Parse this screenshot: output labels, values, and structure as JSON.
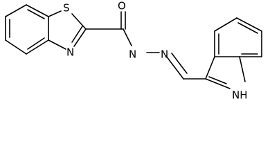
{
  "molecule": {
    "atoms": {
      "sulfur": "S",
      "oxygen": "O",
      "thiazole_nitrogen": "N",
      "hydrazide_nitrogen": "N",
      "imine_nitrogen": "N",
      "indole_nh": "NH"
    },
    "colors": {
      "bond": "#000000",
      "label": "#000000",
      "background": "#ffffff"
    }
  }
}
